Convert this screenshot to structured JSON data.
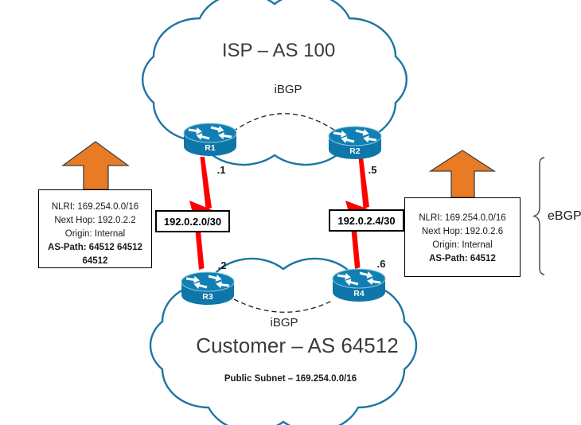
{
  "isp_cloud": {
    "title": "ISP – AS 100",
    "peering_label": "iBGP"
  },
  "customer_cloud": {
    "title": "Customer – AS 64512",
    "peering_label": "iBGP",
    "subnet_note": "Public Subnet – 169.254.0.0/16"
  },
  "routers": [
    {
      "id": "R1"
    },
    {
      "id": "R2"
    },
    {
      "id": "R3"
    },
    {
      "id": "R4"
    }
  ],
  "links": [
    {
      "subnet": "192.0.2.0/30",
      "isp_end": ".1",
      "customer_end": ".2"
    },
    {
      "subnet": "192.0.2.4/30",
      "isp_end": ".5",
      "customer_end": ".6"
    }
  ],
  "advertisements": [
    {
      "nlri": "NLRI: 169.254.0.0/16",
      "next_hop": "Next Hop: 192.0.2.2",
      "origin": "Origin: Internal",
      "as_path": "AS-Path: 64512 64512 64512"
    },
    {
      "nlri": "NLRI: 169.254.0.0/16",
      "next_hop": "Next Hop: 192.0.2.6",
      "origin": "Origin: Internal",
      "as_path": "AS-Path: 64512"
    }
  ],
  "ebgp_label": "eBGP",
  "colors": {
    "cloud_stroke": "#1B76A3",
    "router_fill": "#0E76A8",
    "link_red": "#FF0000",
    "arrow_fill": "#E87B23",
    "arrow_border": "#404040"
  }
}
